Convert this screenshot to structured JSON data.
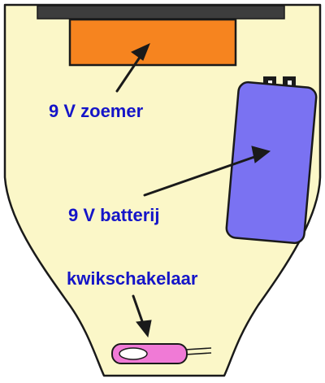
{
  "labels": {
    "buzzer": "9 V zoemer",
    "battery": "9 V batterij",
    "mercury_switch": "kwikschakelaar"
  },
  "colors": {
    "background": "#ffffff",
    "housing_fill": "#fbf7c8",
    "outline": "#1a1a1a",
    "lid_strip": "#3d3d3d",
    "buzzer_fill": "#f6841f",
    "battery_fill": "#7a72f2",
    "battery_terminals": "#1a1a1a",
    "switch_fill": "#f07ad6",
    "label_text": "#1515c8",
    "arrow": "#1a1a1a"
  }
}
